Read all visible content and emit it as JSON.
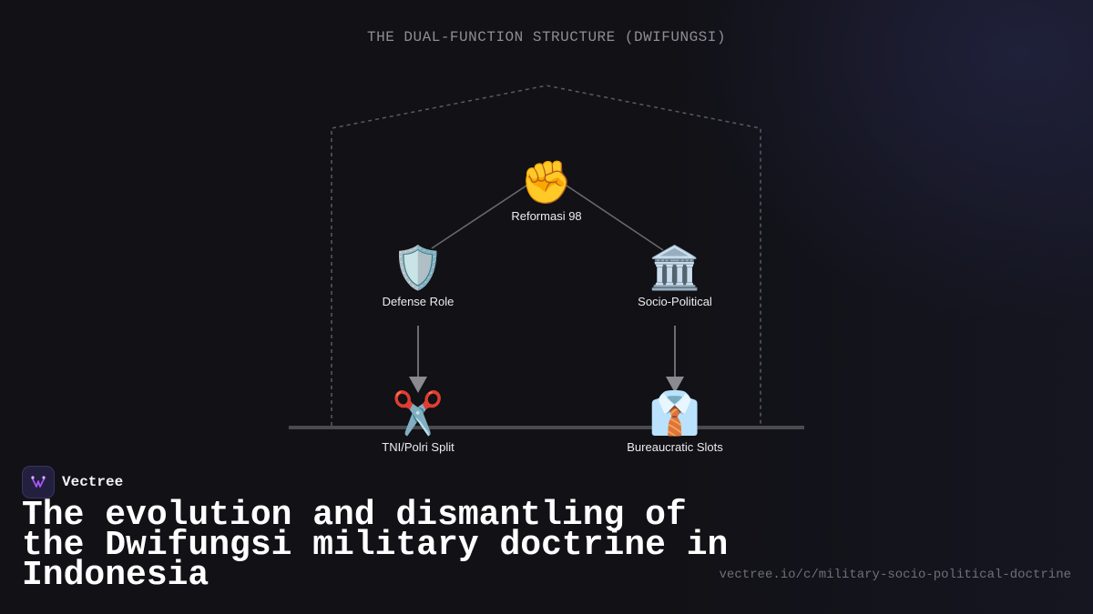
{
  "diagram": {
    "title": "THE DUAL-FUNCTION STRUCTURE (DWIFUNGSI)",
    "nodes": {
      "top": {
        "label": "Reformasi 98",
        "icon": "raised-fist"
      },
      "left": {
        "label": "Defense Role",
        "icon": "shield"
      },
      "right": {
        "label": "Socio-Political",
        "icon": "classical-building"
      },
      "bottom_left": {
        "label": "TNI/Polri Split",
        "icon": "scissors"
      },
      "bottom_right": {
        "label": "Bureaucratic Slots",
        "icon": "necktie-shirt"
      }
    }
  },
  "brand": {
    "name": "Vectree",
    "accent": "#a855f7"
  },
  "headline": "The evolution and dismantling of the Dwifungsi military doctrine in Indonesia",
  "url": "vectree.io/c/military-socio-political-doctrine"
}
